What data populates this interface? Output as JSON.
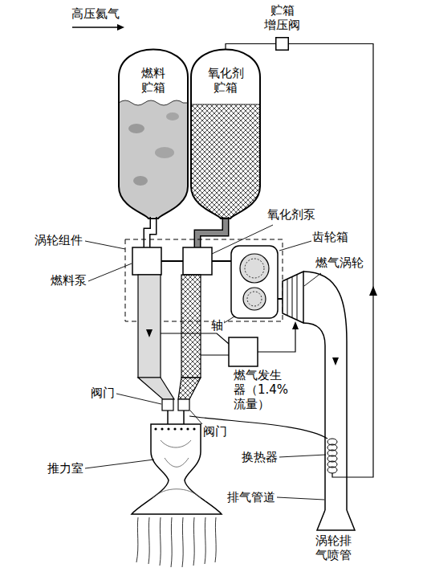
{
  "diagram": {
    "nodes": [
      {
        "text": [
          "燃料 贮箱"
        ]
      },
      {
        "text": [
          "氧化剂 贮箱"
        ]
      },
      {
        "text": [
          "贮箱 增压阀"
        ]
      }
    ],
    "edges": [
      {
        "from": 2,
        "to": 1,
        "arrow": "none"
      }
    ],
    "labels": [
      "高压氦气",
      "涡轮组件",
      "燃料泵",
      "氧化剂泵",
      "齿轮箱",
      "燃气涡轮",
      "轴",
      "阀门",
      "阀门",
      "燃气发生 器（1.4% 流量）",
      "推力室",
      "换热器",
      "排气管道",
      "涡轮排 气喷管"
    ]
  }
}
